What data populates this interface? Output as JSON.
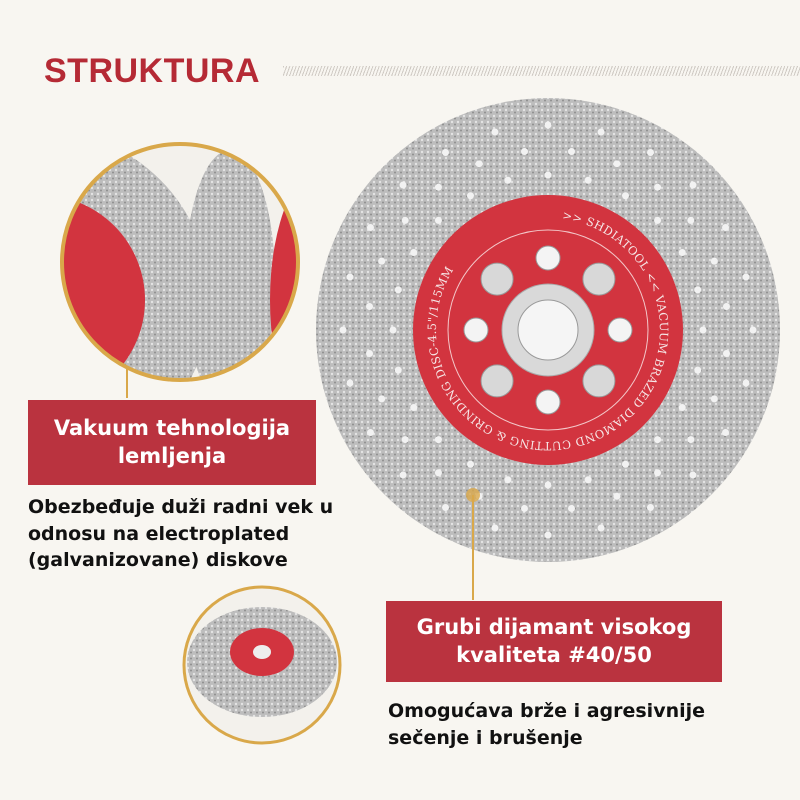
{
  "header": {
    "title": "STRUKTURA"
  },
  "feature1": {
    "heading_line1": "Vakuum tehnologija",
    "heading_line2": "lemljenja",
    "desc_line1": "Obezbeđuje duži radni vek u",
    "desc_line2": "odnosu na electroplated",
    "desc_line3": "(galvanizovane) diskove"
  },
  "feature2": {
    "heading_line1": "Grubi dijamant visokog",
    "heading_line2": "kvaliteta #40/50",
    "desc_line1": "Omogućava brže i agresivnije",
    "desc_line2": "sečenje i brušenje"
  },
  "product": {
    "hub_lettering": ">> SHDIATOOL << VACUUM BRAZED DIAMOND CUTTING & GRINDING DISC-4.5\"/115MM"
  },
  "colors": {
    "accent": "#ba333f",
    "gold": "#d9a84a",
    "disc": "#b9b9b9",
    "hub": "#d2343f"
  }
}
